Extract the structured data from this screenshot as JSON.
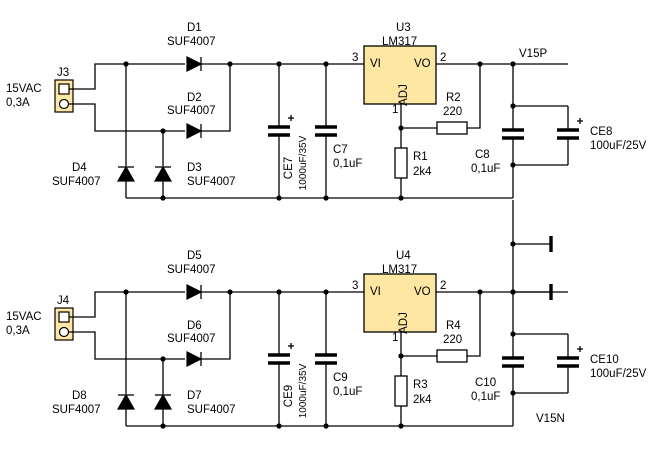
{
  "colors": {
    "ic_fill": "#fde7a3",
    "connector_fill": "#fde7a3",
    "line": "#000000"
  },
  "top": {
    "input_label": "15VAC",
    "input_current": "0,3A",
    "connector": "J3",
    "d1": {
      "ref": "D1",
      "value": "SUF4007"
    },
    "d2": {
      "ref": "D2",
      "value": "SUF4007"
    },
    "d3": {
      "ref": "D3",
      "value": "SUF4007"
    },
    "d4": {
      "ref": "D4",
      "value": "SUF4007"
    },
    "ce_in": {
      "ref": "CE7",
      "value": "1000uF/35V"
    },
    "c_in": {
      "ref": "C7",
      "value": "0,1uF"
    },
    "reg": {
      "ref": "U3",
      "part": "LM317",
      "vi": "VI",
      "vo": "VO",
      "adj": "ADJ",
      "pin_vi": "3",
      "pin_vo": "2",
      "pin_adj": "1"
    },
    "r_adj_top": {
      "ref": "R2",
      "value": "220"
    },
    "r_adj_bot": {
      "ref": "R1",
      "value": "2k4"
    },
    "c_out": {
      "ref": "C8",
      "value": "0,1uF"
    },
    "ce_out": {
      "ref": "CE8",
      "value": "100uF/25V"
    },
    "rail": "V15P"
  },
  "bottom": {
    "input_label": "15VAC",
    "input_current": "0,3A",
    "connector": "J4",
    "d1": {
      "ref": "D5",
      "value": "SUF4007"
    },
    "d2": {
      "ref": "D6",
      "value": "SUF4007"
    },
    "d3": {
      "ref": "D7",
      "value": "SUF4007"
    },
    "d4": {
      "ref": "D8",
      "value": "SUF4007"
    },
    "ce_in": {
      "ref": "CE9",
      "value": "1000uF/35V"
    },
    "c_in": {
      "ref": "C9",
      "value": "0,1uF"
    },
    "reg": {
      "ref": "U4",
      "part": "LM317",
      "vi": "VI",
      "vo": "VO",
      "adj": "ADJ",
      "pin_vi": "3",
      "pin_vo": "2",
      "pin_adj": "1"
    },
    "r_adj_top": {
      "ref": "R4",
      "value": "220"
    },
    "r_adj_bot": {
      "ref": "R3",
      "value": "2k4"
    },
    "c_out": {
      "ref": "C10",
      "value": "0,1uF"
    },
    "ce_out": {
      "ref": "CE10",
      "value": "100uF/25V"
    },
    "rail": "V15N"
  }
}
